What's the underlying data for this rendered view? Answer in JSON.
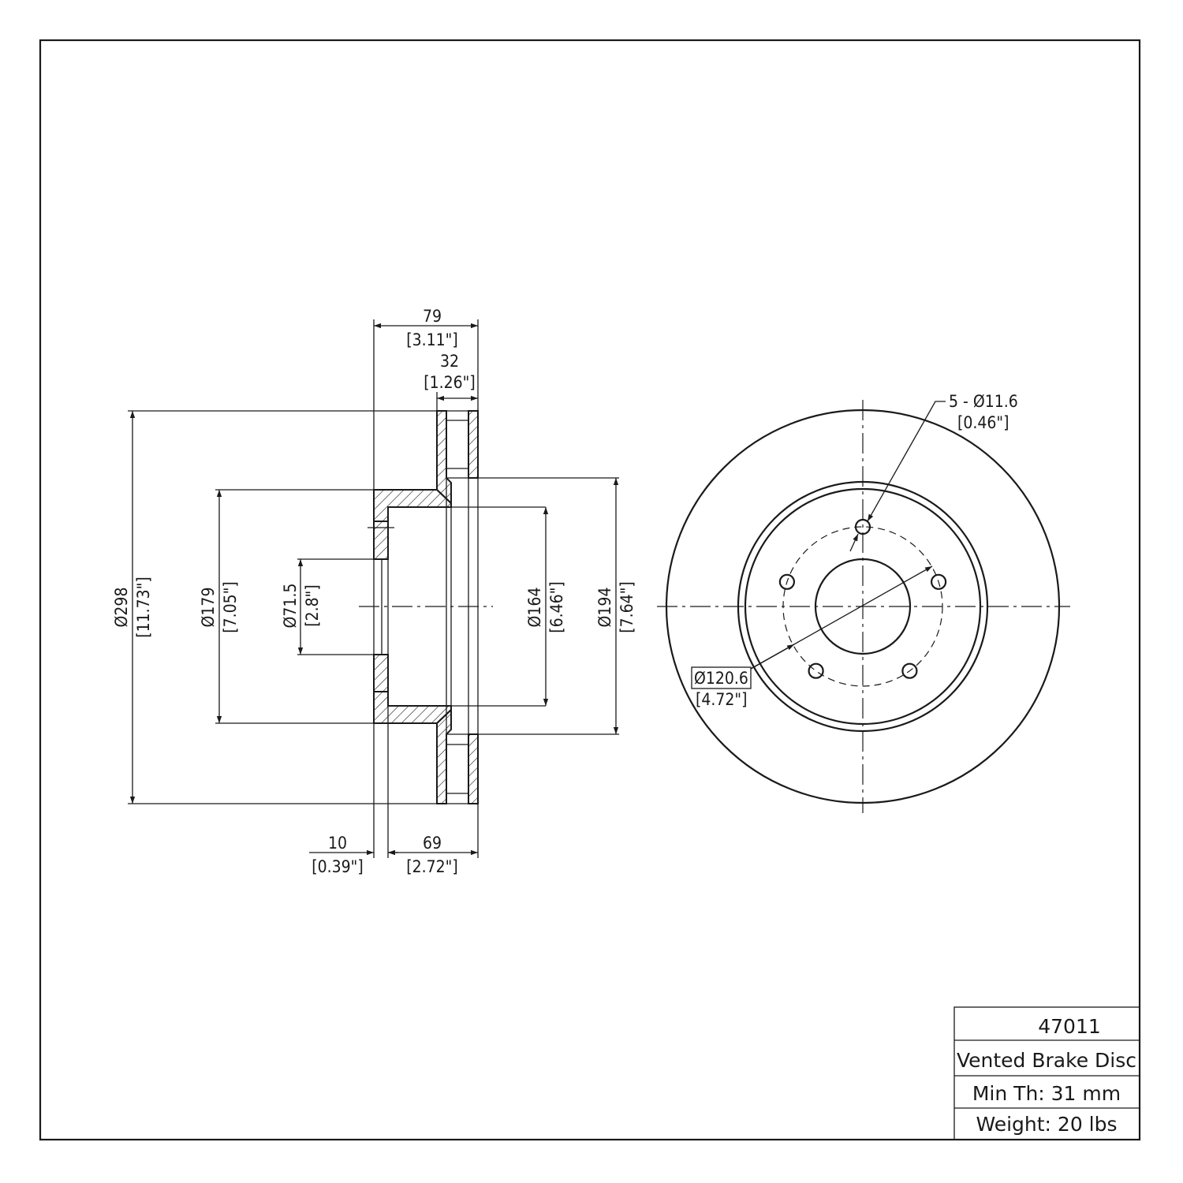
{
  "side_view": {
    "overall_width": {
      "mm": "79",
      "inch": "[3.11\"]"
    },
    "rotor_thickness": {
      "mm": "32",
      "inch": "[1.26\"]"
    },
    "outer_diameter": {
      "mm": "Ø298",
      "inch": "[11.73\"]"
    },
    "hat_diameter": {
      "mm": "Ø179",
      "inch": "[7.05\"]"
    },
    "center_bore": {
      "mm": "Ø71.5",
      "inch": "[2.8\"]"
    },
    "inner_hat_diameter": {
      "mm": "Ø164",
      "inch": "[6.46\"]"
    },
    "friction_inner_diameter": {
      "mm": "Ø194",
      "inch": "[7.64\"]"
    },
    "hat_thickness": {
      "mm": "10",
      "inch": "[0.39\"]"
    },
    "hat_depth": {
      "mm": "69",
      "inch": "[2.72\"]"
    }
  },
  "front_view": {
    "bolt_holes": {
      "mm": "5 - Ø11.6",
      "inch": "[0.46\"]"
    },
    "bolt_circle": {
      "mm": "Ø120.6",
      "inch": "[4.72\"]"
    }
  },
  "title_block": {
    "part_number": "47011",
    "description": "Vented Brake Disc",
    "min_thickness": "Min Th: 31 mm",
    "weight": "Weight: 20 lbs"
  }
}
